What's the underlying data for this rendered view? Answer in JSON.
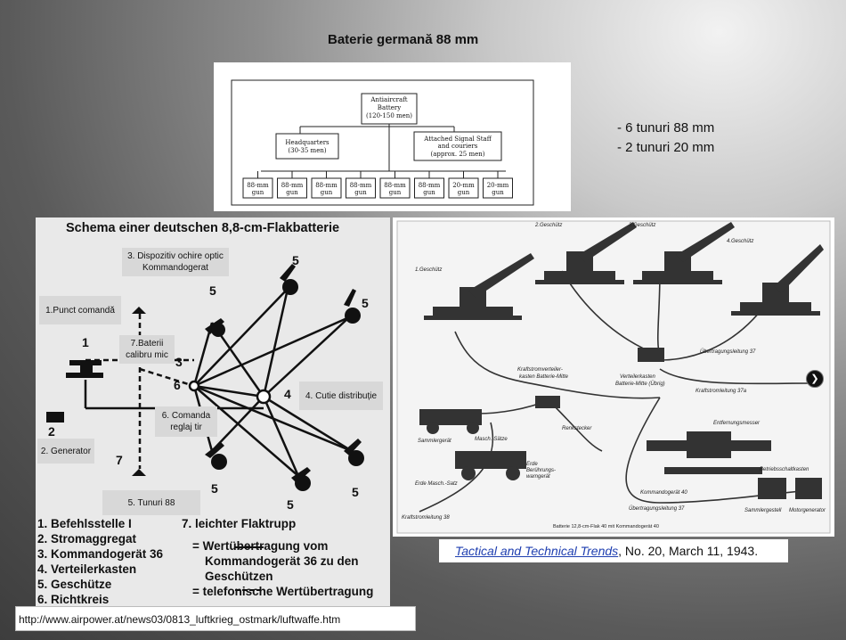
{
  "slide": {
    "title": "Baterie germană 88 mm",
    "gun_notes": [
      "- 6 tunuri 88 mm",
      "- 2 tunuri 20 mm"
    ]
  },
  "org_chart": {
    "top": [
      "Antiaircraft",
      "Battery",
      "(120-150 men)"
    ],
    "left": [
      "Headquarters",
      "(30-35 men)"
    ],
    "right": [
      "Attached Signal Staff",
      "and couriers",
      "(approx. 25 men)"
    ],
    "guns": [
      [
        "88-mm",
        "gun"
      ],
      [
        "88-mm",
        "gun"
      ],
      [
        "88-mm",
        "gun"
      ],
      [
        "88-mm",
        "gun"
      ],
      [
        "88-mm",
        "gun"
      ],
      [
        "88-mm",
        "gun"
      ],
      [
        "20-mm",
        "gun"
      ],
      [
        "20-mm",
        "gun"
      ]
    ]
  },
  "scheme": {
    "title": "Schema einer deutschen 8,8-cm-Flakbatterie",
    "labels": {
      "optic": "3. Dispozitiv ochire optic Kommandogerat",
      "command": "1.Punct comandă",
      "small": "7.Baterii calibru mic",
      "distrib": "4. Cutie distribuție",
      "adjust": "6. Comanda reglaj tir",
      "generator": "2. Generator",
      "guns": "5. Tunuri 88"
    },
    "numbers": {
      "n1": "1",
      "n2": "2",
      "n3": "3",
      "n4": "4",
      "n6": "6",
      "n7": "7",
      "n5": "5"
    },
    "legend": [
      "1. Befehlsstelle I",
      "2. Stromaggregat",
      "3. Kommandogerät 36",
      "4. Verteilerkasten",
      "5. Geschütze",
      "6. Richtkreis",
      "7. leichter Flaktrupp",
      "= Wertübertragung vom",
      "Kommandogerät 36 zu den",
      "Geschützen",
      "= telefonische Wertübertragung"
    ]
  },
  "photo": {
    "labels": {
      "g1": "1.Geschütz",
      "g2": "2.Geschütz",
      "g3": "3.Geschütz",
      "g4": "4.Geschütz",
      "kraft": "Kraftstromverteiler-",
      "kasten": "kasten Batterie-Mitte",
      "vert": "Verteilerkasten",
      "vert2": "Batterie-Mitte (Übrig)",
      "uber1": "Übertragungsleitung 37",
      "kraftl": "Kraftstromleitung 37a",
      "renk": "Renkstecker",
      "entf": "Entfernungsmesser",
      "samm": "Sammlergerät",
      "masch": "Masch.-Sätze",
      "erde": "Erde",
      "erde2": "Berührungs-",
      "erde3": "warngerät",
      "erdem": "Erde Masch.-Satz",
      "kraftl2": "Kraftstromleitung 38",
      "kommando": "Kommandogerät 40",
      "uber2": "Übertragungsleitung 37",
      "betr": "Betriebsschaltkasten",
      "samm2": "Sammlergestell",
      "motor": "Motorgenerator",
      "bottom": "Batterie 12,8-cm-Flak 40 mit Kommandogerät 40"
    }
  },
  "caption": {
    "link_text": "Tactical and Technical Trends",
    "rest": ", No. 20, March 11, 1943."
  },
  "source_url": "http://www.airpower.at/news03/0813_luftkrieg_ostmark/luftwaffe.htm",
  "icons": {
    "next": "chevron-right-icon"
  }
}
